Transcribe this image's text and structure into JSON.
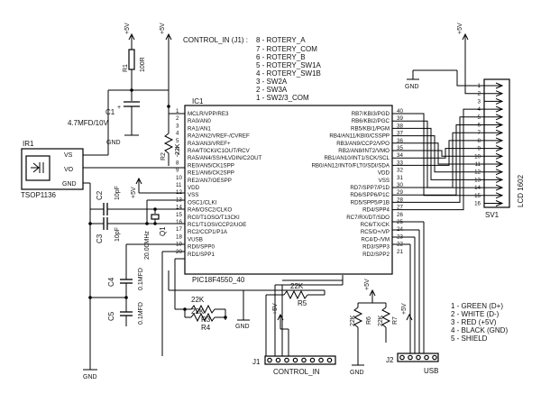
{
  "control_header": {
    "title": "CONTROL_IN (J1) :",
    "items": [
      "8 - ROTERY_A",
      "7 - ROTERY_COM",
      "6 - ROTERY_B",
      "5 - ROTERY_SW1A",
      "4 - ROTERY_SW1B",
      "3 - SW2A",
      "2 - SW3A",
      "1 - SW2/3_COM"
    ]
  },
  "ic": {
    "ref": "IC1",
    "part": "PIC18F4550_40",
    "left_pins": [
      {
        "num": "1",
        "name": "MCLR/VPP/RE3"
      },
      {
        "num": "2",
        "name": "RA0/AN0"
      },
      {
        "num": "3",
        "name": "RA1/AN1"
      },
      {
        "num": "4",
        "name": "RA2/AN2/VREF-/CVREF"
      },
      {
        "num": "5",
        "name": "RA3/AN3/VREF+"
      },
      {
        "num": "6",
        "name": "RA4/T0CKI/C1OUT/RCV"
      },
      {
        "num": "7",
        "name": "RA5/AN4/SS/HLVDIN/C2OUT"
      },
      {
        "num": "8",
        "name": "RE0/AN5/CK1SPP"
      },
      {
        "num": "9",
        "name": "RE1/AN6/CK2SPP"
      },
      {
        "num": "10",
        "name": "RE2/AN7/OESPP"
      },
      {
        "num": "11",
        "name": "VDD"
      },
      {
        "num": "12",
        "name": "VSS"
      },
      {
        "num": "13",
        "name": "OSC1/CLKI"
      },
      {
        "num": "14",
        "name": "RA6/OSC2/CLKO"
      },
      {
        "num": "15",
        "name": "RC0/T1OSO/T13CKI"
      },
      {
        "num": "16",
        "name": "RC1/T1OSI/CCP2/UOE"
      },
      {
        "num": "17",
        "name": "RC2/CCP1/P1A"
      },
      {
        "num": "18",
        "name": "VUSB"
      },
      {
        "num": "19",
        "name": "RD0/SPP0"
      },
      {
        "num": "20",
        "name": "RD1/SPP1"
      }
    ],
    "right_pins": [
      {
        "num": "40",
        "name": "RB7/KBI3/PGD"
      },
      {
        "num": "39",
        "name": "RB6/KBI2/PGC"
      },
      {
        "num": "38",
        "name": "RB5/KBI1/PGM"
      },
      {
        "num": "37",
        "name": "RB4/AN11/KBI0/CSSPP"
      },
      {
        "num": "36",
        "name": "RB3/AN9/CCP2/VPO"
      },
      {
        "num": "35",
        "name": "RB2/AN8/INT2/VMO"
      },
      {
        "num": "34",
        "name": "RB1/AN10/INT1/SCK/SCL"
      },
      {
        "num": "33",
        "name": "RB0/AN12/INT0/FLT0/SDI/SDA"
      },
      {
        "num": "32",
        "name": "VDD"
      },
      {
        "num": "31",
        "name": "VSS"
      },
      {
        "num": "30",
        "name": "RD7/SPP7/P1D"
      },
      {
        "num": "29",
        "name": "RD6/SPP6/P1C"
      },
      {
        "num": "28",
        "name": "RD5/SPP5/P1B"
      },
      {
        "num": "27",
        "name": "RD4/SPP4"
      },
      {
        "num": "26",
        "name": "RC7/RX/DT/SDO"
      },
      {
        "num": "25",
        "name": "RC6/TX/CK"
      },
      {
        "num": "24",
        "name": "RC5/D+/VP"
      },
      {
        "num": "23",
        "name": "RC4/D-/VM"
      },
      {
        "num": "22",
        "name": "RD3/SPP3"
      },
      {
        "num": "21",
        "name": "RD2/SPP2"
      }
    ]
  },
  "components": {
    "r1_ref": "R1",
    "r1_val": "100R",
    "c1_ref": "C1",
    "c1_val": "4.7MFD/10V",
    "r2_ref": "R2",
    "r2_val": "22K",
    "ir1_ref": "IR1",
    "ir1_part": "TSOP1136",
    "ir1_vs": "VS",
    "ir1_vo": "VO",
    "ir1_gnd": "GND",
    "c2_ref": "C2",
    "c2_val": "10pF",
    "c3_ref": "C3",
    "c3_val": "10pF",
    "q1_ref": "Q1",
    "q1_val": "20.00MHz",
    "c4_ref": "C4",
    "c4_val": "0.1MFD",
    "c5_ref": "C5",
    "c5_val": "0.1MFD",
    "r3_ref": "R3",
    "r3_val": "22K",
    "r4_ref": "R4",
    "r4_val": "22K",
    "r5_ref": "R5",
    "r5_val": "22K",
    "r6_ref": "R6",
    "r6_val": "22K",
    "r7_ref": "R7",
    "r7_val": "22K",
    "sv1_ref": "SV1",
    "sv1_part": "LCD 1602",
    "sv1_pins": [
      "1",
      "2",
      "3",
      "4",
      "5",
      "6",
      "7",
      "8",
      "9",
      "10",
      "11",
      "12",
      "13",
      "14",
      "15",
      "16"
    ],
    "j1_ref": "J1",
    "j1_name": "CONTROL_IN",
    "j2_ref": "J2",
    "j2_name": "USB"
  },
  "power": {
    "plus5": "+5V",
    "gnd": "GND"
  },
  "usb_legend": [
    "1 - GREEN (D+)",
    "2 - WHITE (D-)",
    "3 - RED (+5V)",
    "4 - BLACK (GND)",
    "5 - SHIELD"
  ]
}
